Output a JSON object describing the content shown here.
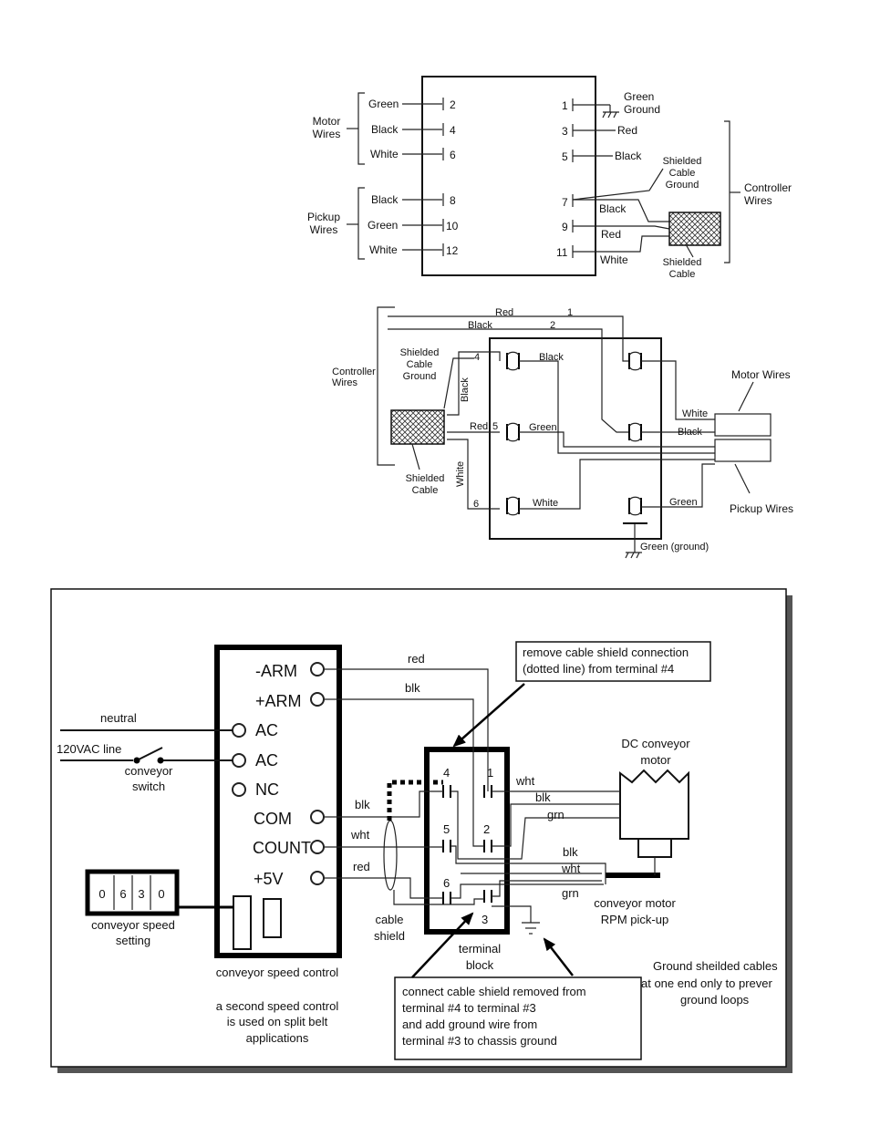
{
  "diagram1": {
    "motor_label": [
      "Motor",
      "Wires"
    ],
    "pickup_label": [
      "Pickup",
      "Wires"
    ],
    "controller_label": [
      "Controller",
      "Wires"
    ],
    "left_terminals": [
      {
        "wire": "Green",
        "num": "2"
      },
      {
        "wire": "Black",
        "num": "4"
      },
      {
        "wire": "White",
        "num": "6"
      },
      {
        "wire": "Black",
        "num": "8"
      },
      {
        "wire": "Green",
        "num": "10"
      },
      {
        "wire": "White",
        "num": "12"
      }
    ],
    "right_terminals": [
      {
        "num": "1",
        "wire": "Green Ground"
      },
      {
        "num": "3",
        "wire": "Red"
      },
      {
        "num": "5",
        "wire": "Black"
      },
      {
        "num": "7",
        "wire": "Black"
      },
      {
        "num": "9",
        "wire": "Red"
      },
      {
        "num": "11",
        "wire": "White"
      }
    ],
    "green": "Green",
    "ground": "Ground",
    "shielded_cable_ground": [
      "Shielded",
      "Cable",
      "Ground"
    ],
    "shielded_cable": [
      "Shielded",
      "Cable"
    ]
  },
  "diagram2": {
    "top_wires": [
      {
        "color": "Red",
        "num": "1"
      },
      {
        "color": "Black",
        "num": "2"
      }
    ],
    "controller_label": [
      "Controller",
      "Wires"
    ],
    "shielded_cable_ground": [
      "Shielded",
      "Cable",
      "Ground"
    ],
    "shielded_cable": [
      "Shielded",
      "Cable"
    ],
    "motor_wires": "Motor  Wires",
    "pickup_wires": "Pickup Wires",
    "wire_labels": {
      "black_top": "Black",
      "black_vertical": "Black",
      "red": "Red",
      "green": "Green",
      "white_vertical": "White",
      "white_bottom": "White",
      "white_right": "White",
      "black_right": "Black",
      "green_right": "Green",
      "ground": "Green (ground)"
    },
    "nums": {
      "n4": "4",
      "n5": "5",
      "n6": "6"
    }
  },
  "diagram3": {
    "control_terminals": [
      "-ARM",
      "+ARM",
      "AC",
      "AC",
      "NC",
      "COM",
      "COUNT",
      "+5V"
    ],
    "neutral": "neutral",
    "line": "120VAC line",
    "switch_label": [
      "conveyor",
      "switch"
    ],
    "speed_digits": [
      "0",
      "6",
      "3",
      "0"
    ],
    "speed_setting": [
      "conveyor speed",
      "setting"
    ],
    "control_caption": "conveyor speed control",
    "second_control_note": [
      "a second speed control",
      "is used on split belt",
      "applications"
    ],
    "wires_left": {
      "red_top": "red",
      "blk_top": "blk",
      "blk": "blk",
      "wht": "wht",
      "red": "red"
    },
    "cable_shield": [
      "cable",
      "shield"
    ],
    "terminal_block": [
      "terminal",
      "block"
    ],
    "block_nums": [
      "4",
      "1",
      "5",
      "2",
      "6",
      "3"
    ],
    "motor_wires": {
      "wht": "wht",
      "blk": "blk",
      "grn": "grn"
    },
    "pickup_wires": {
      "blk": "blk",
      "wht": "wht",
      "grn": "grn"
    },
    "dc_motor": [
      "DC conveyor",
      "motor"
    ],
    "rpm_pickup": [
      "conveyor motor",
      "RPM pick-up"
    ],
    "note_remove": [
      "remove cable shield connection",
      "(dotted line) from terminal #4"
    ],
    "note_connect": [
      "connect cable shield removed from",
      "terminal #4 to terminal #3",
      "and add ground wire from",
      "terminal #3 to chassis ground"
    ],
    "ground_note": [
      "Ground sheilded cables",
      "at one end only to prever",
      "ground loops"
    ]
  }
}
